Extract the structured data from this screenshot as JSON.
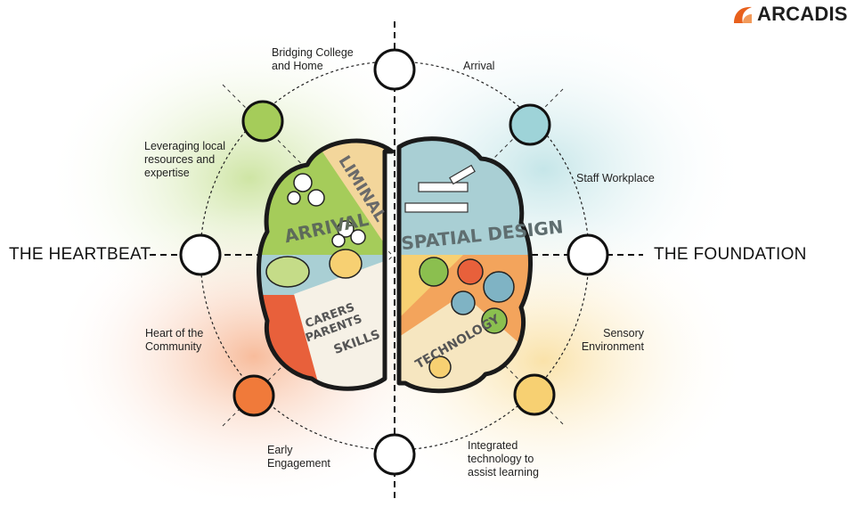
{
  "logo": {
    "text": "ARCADIS",
    "color": "#e8601c"
  },
  "axis": {
    "left": "THE HEARTBEAT",
    "right": "THE FOUNDATION"
  },
  "labels": {
    "bridging": "Bridging College\nand Home",
    "arrival": "Arrival",
    "leveraging": "Leveraging local\nresources and\nexpertise",
    "staff": "Staff Workplace",
    "heart": "Heart of the\nCommunity",
    "sensory": "Sensory\nEnvironment",
    "early": "Early\nEngagement",
    "integrated": "Integrated\ntechnology to\nassist learning"
  },
  "brain": {
    "liminal": "LIMINAL",
    "arrival": "ARRIVAL",
    "spatial": "SPATIAL DESIGN",
    "carers": "CARERS",
    "parents": "PARENTS",
    "skills": "SKILLS",
    "technology": "TECHNOLOGY"
  },
  "colors": {
    "green": "#a5cc5a",
    "teal": "#9ed3d8",
    "orange": "#f07a3a",
    "yellow": "#f7d072",
    "tan": "#f3d69b",
    "blue_grey": "#a9cfd4",
    "red": "#e8603b",
    "light_orange": "#f3a45c"
  }
}
